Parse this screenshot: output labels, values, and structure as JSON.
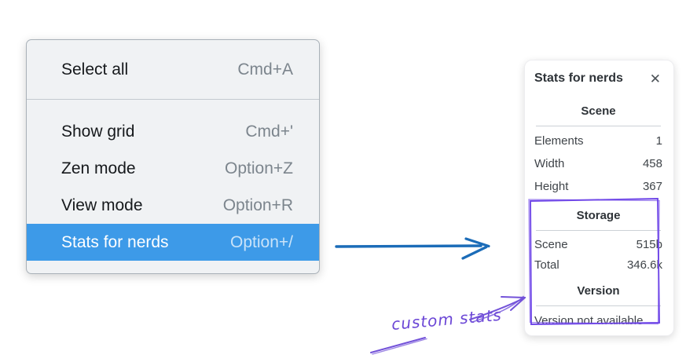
{
  "context_menu": {
    "items": [
      {
        "label": "Select all",
        "shortcut": "Cmd+A",
        "highlighted": false
      },
      {
        "label": "Show grid",
        "shortcut": "Cmd+'",
        "highlighted": false
      },
      {
        "label": "Zen mode",
        "shortcut": "Option+Z",
        "highlighted": false
      },
      {
        "label": "View mode",
        "shortcut": "Option+R",
        "highlighted": false
      },
      {
        "label": "Stats for nerds",
        "shortcut": "Option+/",
        "highlighted": true
      }
    ]
  },
  "stats_panel": {
    "title": "Stats for nerds",
    "close_icon": "✕",
    "sections": [
      {
        "heading": "Scene",
        "rows": [
          {
            "label": "Elements",
            "value": "1"
          },
          {
            "label": "Width",
            "value": "458"
          },
          {
            "label": "Height",
            "value": "367"
          }
        ]
      },
      {
        "heading": "Storage",
        "rows": [
          {
            "label": "Scene",
            "value": "515b"
          },
          {
            "label": "Total",
            "value": "346.6k"
          }
        ]
      },
      {
        "heading": "Version",
        "note": "Version not available"
      }
    ]
  },
  "annotation": {
    "label": "custom stats"
  },
  "colors": {
    "menu_background": "#f0f2f4",
    "menu_border": "#a9b1b8",
    "menu_text": "#16191c",
    "shortcut_text": "#7c858d",
    "highlight_background": "#3d9ae8",
    "highlight_text": "#ffffff",
    "panel_background": "#ffffff",
    "panel_text": "#3f4449",
    "blue_arrow": "#1b6cb8",
    "purple_annotation": "#7048e8"
  }
}
